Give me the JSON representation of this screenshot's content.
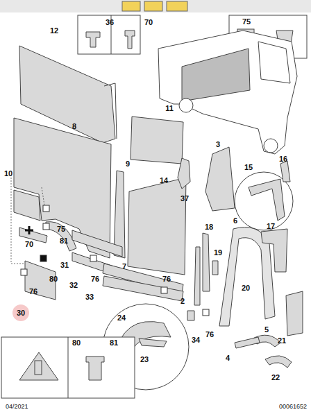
{
  "diagram": {
    "nodes": [
      {
        "text": [
          "30"
        ]
      }
    ],
    "edges": [],
    "labels": [
      "36",
      "70",
      "75",
      "12",
      "11",
      "8",
      "3",
      "9",
      "14",
      "15",
      "16",
      "10",
      "37",
      "17",
      "18",
      "6",
      "75",
      "70",
      "81",
      "19",
      "20",
      "7",
      "31",
      "80",
      "32",
      "76",
      "76",
      "76",
      "33",
      "2",
      "24",
      "76",
      "34",
      "5",
      "21",
      "23",
      "4",
      "22",
      "80",
      "81",
      "04/2021",
      "00061652"
    ]
  }
}
